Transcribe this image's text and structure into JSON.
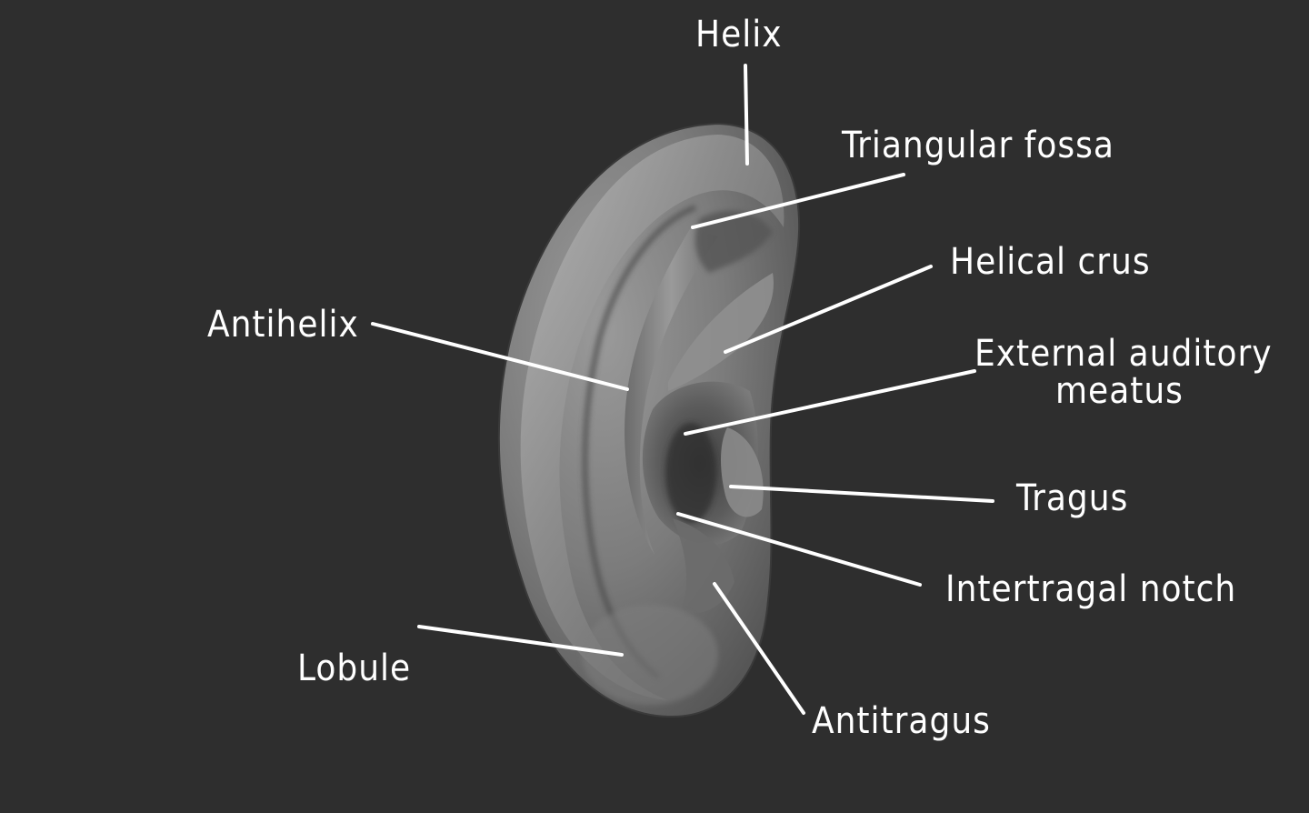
{
  "labels": {
    "helix": "Helix",
    "triangular_fossa": "Triangular fossa",
    "helical_crus": "Helical crus",
    "antihelix": "Antihelix",
    "external_auditory_meatus_line1": "External auditory",
    "external_auditory_meatus_line2": "meatus",
    "tragus": "Tragus",
    "intertragal_notch": "Intertragal notch",
    "lobule": "Lobule",
    "antitragus": "Antitragus"
  },
  "colors": {
    "background": "#2e2e2e",
    "label_text": "#ffffff",
    "leader_line": "#ffffff",
    "ear_base": "#7a7a7a"
  }
}
